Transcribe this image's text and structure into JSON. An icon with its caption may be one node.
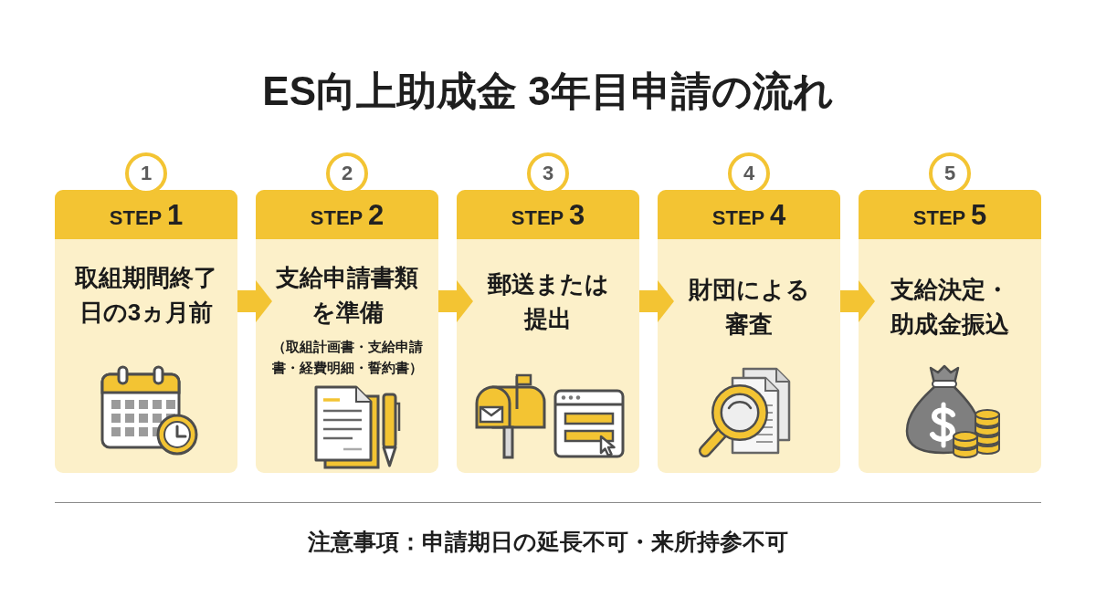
{
  "diagram": {
    "title": "ES向上助成金 3年目申請の流れ",
    "nodes": [
      {
        "text": [
          "1"
        ]
      },
      {
        "text": [
          "2"
        ]
      },
      {
        "text": [
          "3"
        ]
      },
      {
        "text": [
          "4"
        ]
      },
      {
        "text": [
          "5"
        ]
      },
      {
        "text": [
          "STEP 1",
          "取組期間終了日の3ヵ月前"
        ]
      },
      {
        "text": [
          "STEP 2",
          "支給申請書類を準備",
          "（取組計画書・支給申請書・経費明細・誓約書）"
        ]
      },
      {
        "text": [
          "STEP 3",
          "郵送または提出"
        ]
      },
      {
        "text": [
          "STEP 4",
          "財団による審査"
        ]
      },
      {
        "text": [
          "STEP 5",
          "支給決定・助成金振込"
        ]
      }
    ],
    "edges": [
      {
        "from": 5,
        "to": 6,
        "arrow": "to"
      },
      {
        "from": 6,
        "to": 7,
        "arrow": "to"
      },
      {
        "from": 7,
        "to": 8,
        "arrow": "to"
      },
      {
        "from": 8,
        "to": 9,
        "arrow": "to"
      }
    ],
    "labels": [
      "注意事項：申請期日の延長不可・来所持参不可"
    ]
  }
}
